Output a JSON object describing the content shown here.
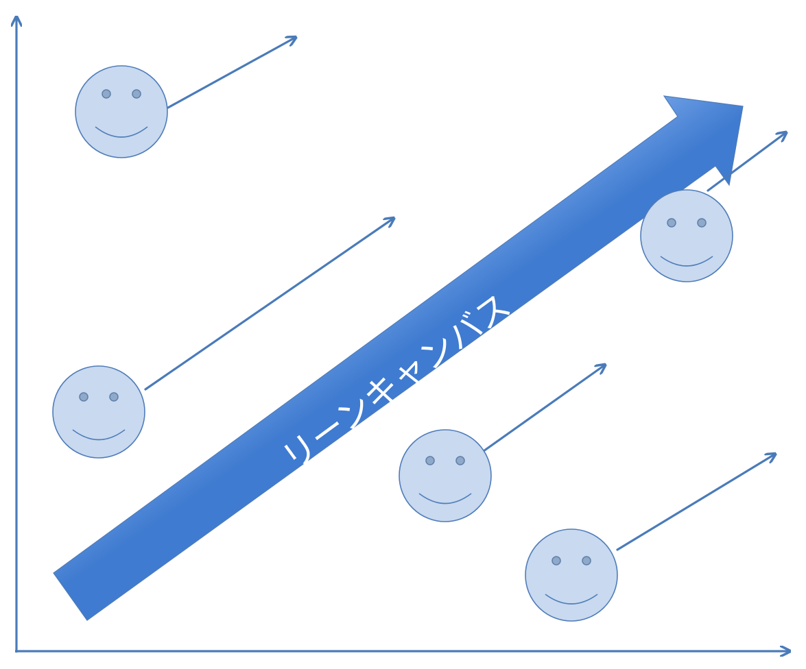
{
  "banner": {
    "label": "リーンキャンバス"
  },
  "colors": {
    "axis": "#4a7bb9",
    "face_fill": "#c8d9f0",
    "face_stroke": "#4f7cb8",
    "banner_gradient": [
      "#8db6f2",
      "#3f7bd0"
    ],
    "banner_text": "#ffffff"
  },
  "faces": [
    {
      "id": "face-1"
    },
    {
      "id": "face-2"
    },
    {
      "id": "face-3"
    },
    {
      "id": "face-4"
    },
    {
      "id": "face-5"
    }
  ],
  "icons": {
    "face": "smiley-face-icon",
    "arrow": "trend-arrow-icon",
    "big_arrow": "big-growth-arrow-icon"
  }
}
